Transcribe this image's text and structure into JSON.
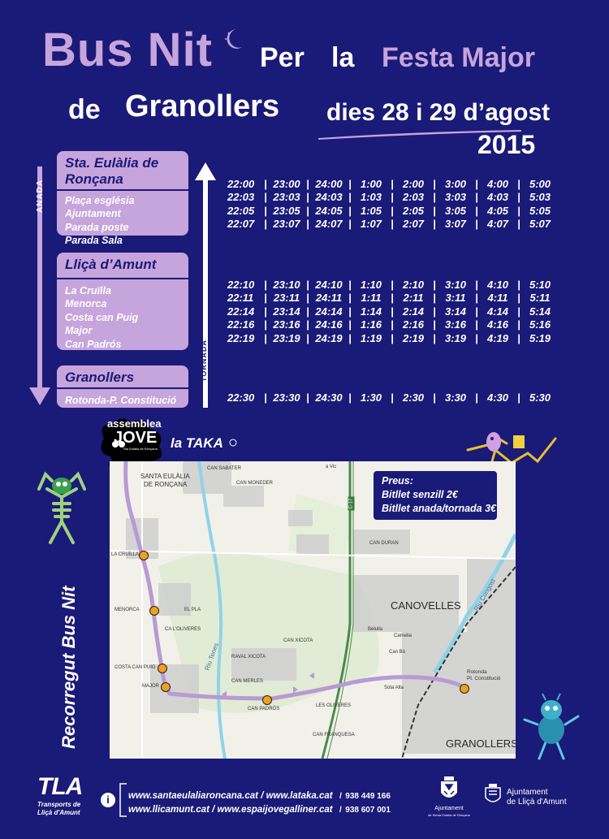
{
  "header": {
    "bus_nit": "Bus Nit",
    "per": "Per",
    "la": "la",
    "festa_major": "Festa Major",
    "de": "de",
    "granollers": "Granollers",
    "dies": "dies 28 i 29 d’agost",
    "year": "2015"
  },
  "schedule": {
    "anada_label": "ANADA",
    "tornada_label": "TORNADA",
    "groups": [
      {
        "town": "Sta. Eulàlia de Ronçana",
        "stops": [
          "Plaça església",
          "Ajuntament",
          "Parada poste",
          "Parada Sala"
        ],
        "times": [
          [
            "22:00",
            "23:00",
            "24:00",
            "1:00",
            "2:00",
            "3:00",
            "4:00",
            "5:00"
          ],
          [
            "22:03",
            "23:03",
            "24:03",
            "1:03",
            "2:03",
            "3:03",
            "4:03",
            "5:03"
          ],
          [
            "22:05",
            "23:05",
            "24:05",
            "1:05",
            "2:05",
            "3:05",
            "4:05",
            "5:05"
          ],
          [
            "22:07",
            "23:07",
            "24:07",
            "1:07",
            "2:07",
            "3:07",
            "4:07",
            "5:07"
          ]
        ]
      },
      {
        "town": "Lliçà d’Amunt",
        "stops": [
          "La Cruïlla",
          "Menorca",
          "Costa can Puig",
          "Major",
          "Can Padrós"
        ],
        "times": [
          [
            "22:10",
            "23:10",
            "24:10",
            "1:10",
            "2:10",
            "3:10",
            "4:10",
            "5:10"
          ],
          [
            "22:11",
            "23:11",
            "24:11",
            "1:11",
            "2:11",
            "3:11",
            "4:11",
            "5:11"
          ],
          [
            "22:14",
            "23:14",
            "24:14",
            "1:14",
            "2:14",
            "3:14",
            "4:14",
            "5:14"
          ],
          [
            "22:16",
            "23:16",
            "24:16",
            "1:16",
            "2:16",
            "3:16",
            "4:16",
            "5:16"
          ],
          [
            "22:19",
            "23:19",
            "24:19",
            "1:19",
            "2:19",
            "3:19",
            "4:19",
            "5:19"
          ]
        ]
      },
      {
        "town": "Granollers",
        "stops": [
          "Rotonda-P. Constitució"
        ],
        "times": [
          [
            "22:30",
            "23:30",
            "24:30",
            "1:30",
            "2:30",
            "3:30",
            "4:30",
            "5:30"
          ]
        ]
      }
    ]
  },
  "logos": {
    "assemblea": "assemblea",
    "jove": "JOVE",
    "jove_sub": "Sta Eulàlia de Rònçana",
    "lataka": "la TAKA"
  },
  "map": {
    "side_title": "Recorregut Bus Nit",
    "preus_title": "Preus:",
    "preus_items": [
      "Bitllet senzill 2€",
      "Bitllet anada/tornada 3€"
    ],
    "labels": {
      "santa_eulalia": "SANTA EULÀLIA",
      "de_roncana": "DE RONÇANA",
      "la_cruilla": "LA CRUÏLLA",
      "menorca": "MENORCA",
      "costa_can_puig": "COSTA CAN PUIG",
      "major": "MAJOR",
      "can_padros": "CAN PADRÓS",
      "canovelles": "CANOVELLES",
      "granollers": "GRANOLLERS",
      "rotonda": "Rotonda",
      "pl_constitucio": "Pl. Constitució",
      "riu_tenes": "Riu Tenes",
      "riu_congost": "Riu Congost",
      "el_pla": "EL PLA",
      "ca_l_oliveres": "CA L'OLIVERES",
      "can_xicota": "CAN XICOTA",
      "raval_xicota": "RAVAL XICOTA",
      "can_merles": "CAN MERLES",
      "les_oliveres": "LES OLIVERES",
      "can_franquesa": "CAN FRANQUESA",
      "can_sabater": "CAN SABATER",
      "can_moneder": "CAN MONEDER",
      "can_duran": "CAN DURAN",
      "belulla": "Belulla",
      "camelia": "Camelia",
      "can_bo": "Can Bó",
      "sota_alta": "Sota Alta",
      "a_vic": "a Vic",
      "c17": "C-17"
    }
  },
  "footer": {
    "tla_logo": "TLA",
    "tla_sub1": "Transports de",
    "tla_sub2": "Lliçà d'Amunt",
    "info_icon": "i",
    "line1_urls": "www.santaeulaliaroncana.cat / www.lataka.cat",
    "line1_phone": "938 449 166",
    "line2_urls": "www.llicamunt.cat / www.espaijovegalliner.cat",
    "line2_phone": "938 607 001",
    "ajunt_sta1": "Ajuntament",
    "ajunt_sta2": "de Santa Eulàlia de Rònçana",
    "ajunt_llica1": "Ajuntament",
    "ajunt_llica2": "de Lliçà d'Amunt"
  },
  "colors": {
    "background": "#1a1a78",
    "lilac": "#c6a4dc",
    "route": "#b89ad4",
    "stop_dot": "#f0a020"
  }
}
